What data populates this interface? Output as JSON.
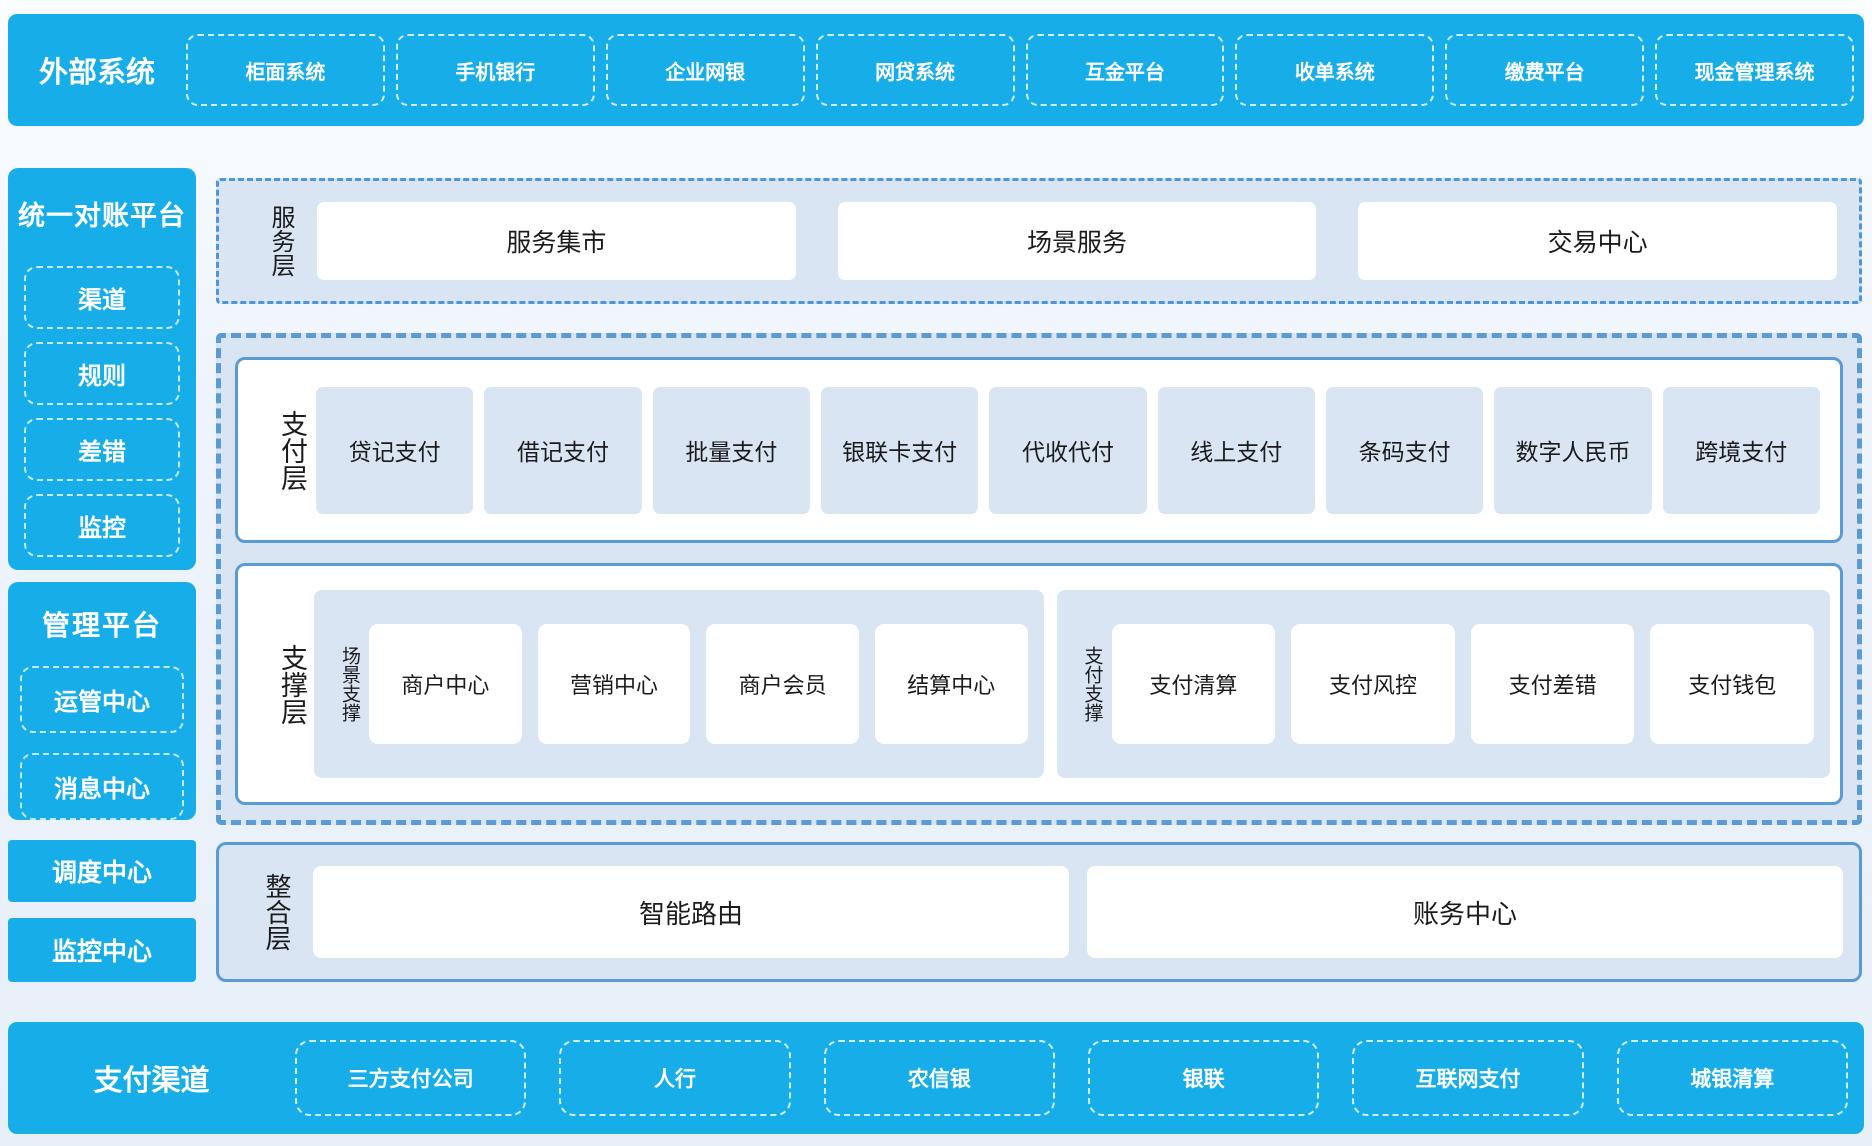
{
  "colors": {
    "bar_blue": "#16ade9",
    "border_blue": "#5b9bd5",
    "panel_blue": "#d9e5f3",
    "text_dark": "#1b1b1b",
    "text_white": "#ffffff"
  },
  "top_bar": {
    "label": "外部系统",
    "items": [
      "柜面系统",
      "手机银行",
      "企业网银",
      "网贷系统",
      "互金平台",
      "收单系统",
      "缴费平台",
      "现金管理系统"
    ]
  },
  "sidebar": {
    "reconciliation": {
      "title": "统一对账平台",
      "items": [
        "渠道",
        "规则",
        "差错",
        "监控"
      ]
    },
    "management": {
      "title": "管理平台",
      "items": [
        "运管中心",
        "消息中心"
      ]
    },
    "standalone": [
      "调度中心",
      "监控中心"
    ]
  },
  "service_layer": {
    "label": "服务层",
    "items": [
      "服务集市",
      "场景服务",
      "交易中心"
    ]
  },
  "payment_layer": {
    "label": "支付层",
    "items": [
      "贷记支付",
      "借记支付",
      "批量支付",
      "银联卡支付",
      "代收代付",
      "线上支付",
      "条码支付",
      "数字人民币",
      "跨境支付"
    ]
  },
  "support_layer": {
    "label": "支撑层",
    "groups": [
      {
        "label": "场景支撑",
        "items": [
          "商户中心",
          "营销中心",
          "商户会员",
          "结算中心"
        ]
      },
      {
        "label": "支付支撑",
        "items": [
          "支付清算",
          "支付风控",
          "支付差错",
          "支付钱包"
        ]
      }
    ]
  },
  "integration_layer": {
    "label": "整合层",
    "items": [
      "智能路由",
      "账务中心"
    ]
  },
  "bottom_bar": {
    "label": "支付渠道",
    "items": [
      "三方支付公司",
      "人行",
      "农信银",
      "银联",
      "互联网支付",
      "城银清算"
    ]
  }
}
